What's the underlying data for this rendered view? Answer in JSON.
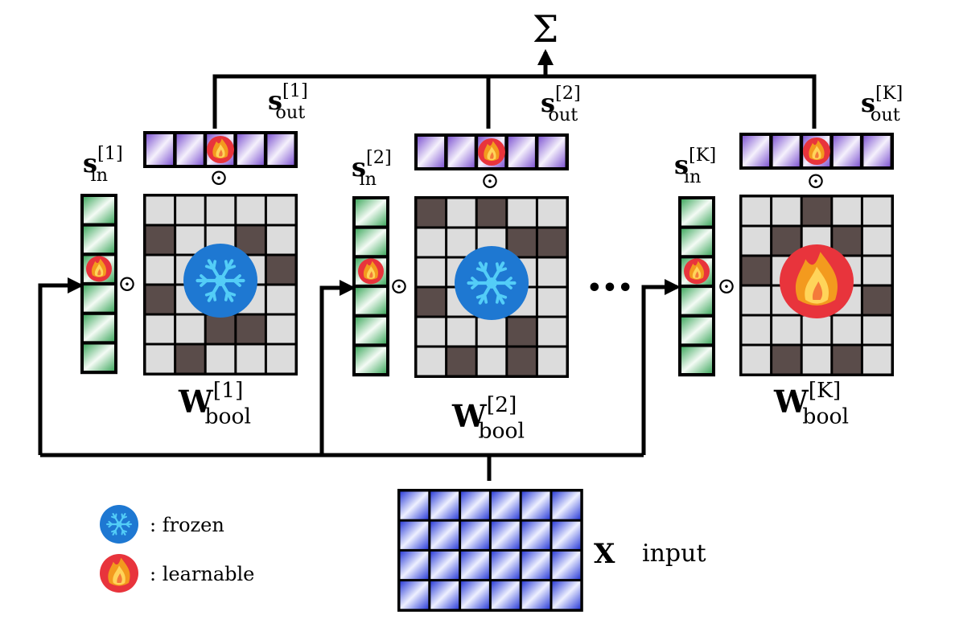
{
  "sum_symbol": "Σ",
  "ellipsis": "•••",
  "odot": "⊙",
  "input": {
    "symbol": "X",
    "label": "input",
    "rows": 4,
    "cols": 6
  },
  "legend": [
    {
      "icon": "snowflake-icon",
      "text": ": frozen"
    },
    {
      "icon": "flame-icon",
      "text": ": learnable"
    }
  ],
  "blocks": [
    {
      "index": "1",
      "s_in_label": {
        "base": "s",
        "sub": "in",
        "sup": "[1]"
      },
      "s_out_label": {
        "base": "s",
        "sub": "out",
        "sup": "[1]"
      },
      "w_label": {
        "base": "W",
        "sub": "bool",
        "sup": "[1]"
      },
      "weight_state": "frozen",
      "w_grid": [
        [
          0,
          0,
          0,
          0,
          0
        ],
        [
          1,
          0,
          0,
          1,
          0
        ],
        [
          0,
          0,
          0,
          0,
          1
        ],
        [
          1,
          0,
          0,
          0,
          0
        ],
        [
          0,
          0,
          1,
          1,
          0
        ],
        [
          0,
          1,
          0,
          0,
          0
        ]
      ]
    },
    {
      "index": "2",
      "s_in_label": {
        "base": "s",
        "sub": "in",
        "sup": "[2]"
      },
      "s_out_label": {
        "base": "s",
        "sub": "out",
        "sup": "[2]"
      },
      "w_label": {
        "base": "W",
        "sub": "bool",
        "sup": "[2]"
      },
      "weight_state": "frozen",
      "w_grid": [
        [
          1,
          0,
          1,
          0,
          0
        ],
        [
          0,
          0,
          0,
          1,
          1
        ],
        [
          0,
          0,
          0,
          0,
          0
        ],
        [
          1,
          0,
          0,
          0,
          0
        ],
        [
          0,
          0,
          0,
          1,
          0
        ],
        [
          0,
          1,
          0,
          1,
          0
        ]
      ]
    },
    {
      "index": "K",
      "s_in_label": {
        "base": "s",
        "sub": "in",
        "sup": "[K]"
      },
      "s_out_label": {
        "base": "s",
        "sub": "out",
        "sup": "[K]"
      },
      "w_label": {
        "base": "W",
        "sub": "bool",
        "sup": "[K]"
      },
      "weight_state": "learnable",
      "w_grid": [
        [
          0,
          0,
          1,
          0,
          0
        ],
        [
          0,
          1,
          0,
          1,
          0
        ],
        [
          1,
          0,
          0,
          0,
          0
        ],
        [
          0,
          0,
          0,
          0,
          1
        ],
        [
          0,
          0,
          0,
          0,
          0
        ],
        [
          0,
          1,
          0,
          1,
          0
        ]
      ]
    }
  ],
  "colors": {
    "light_cell": "#dcdcdc",
    "dark_cell": "#5a4c4a",
    "s_in_cell": "#3aa65a",
    "s_out_cell": "#7a4fd0",
    "x_cell": "#2e3fd8",
    "frozen_fill": "#1e78d2",
    "frozen_glyph": "#53cdf7",
    "flame_fill": "#e8343c",
    "flame_outer": "#f39a1e",
    "flame_inner": "#ffd45a"
  }
}
